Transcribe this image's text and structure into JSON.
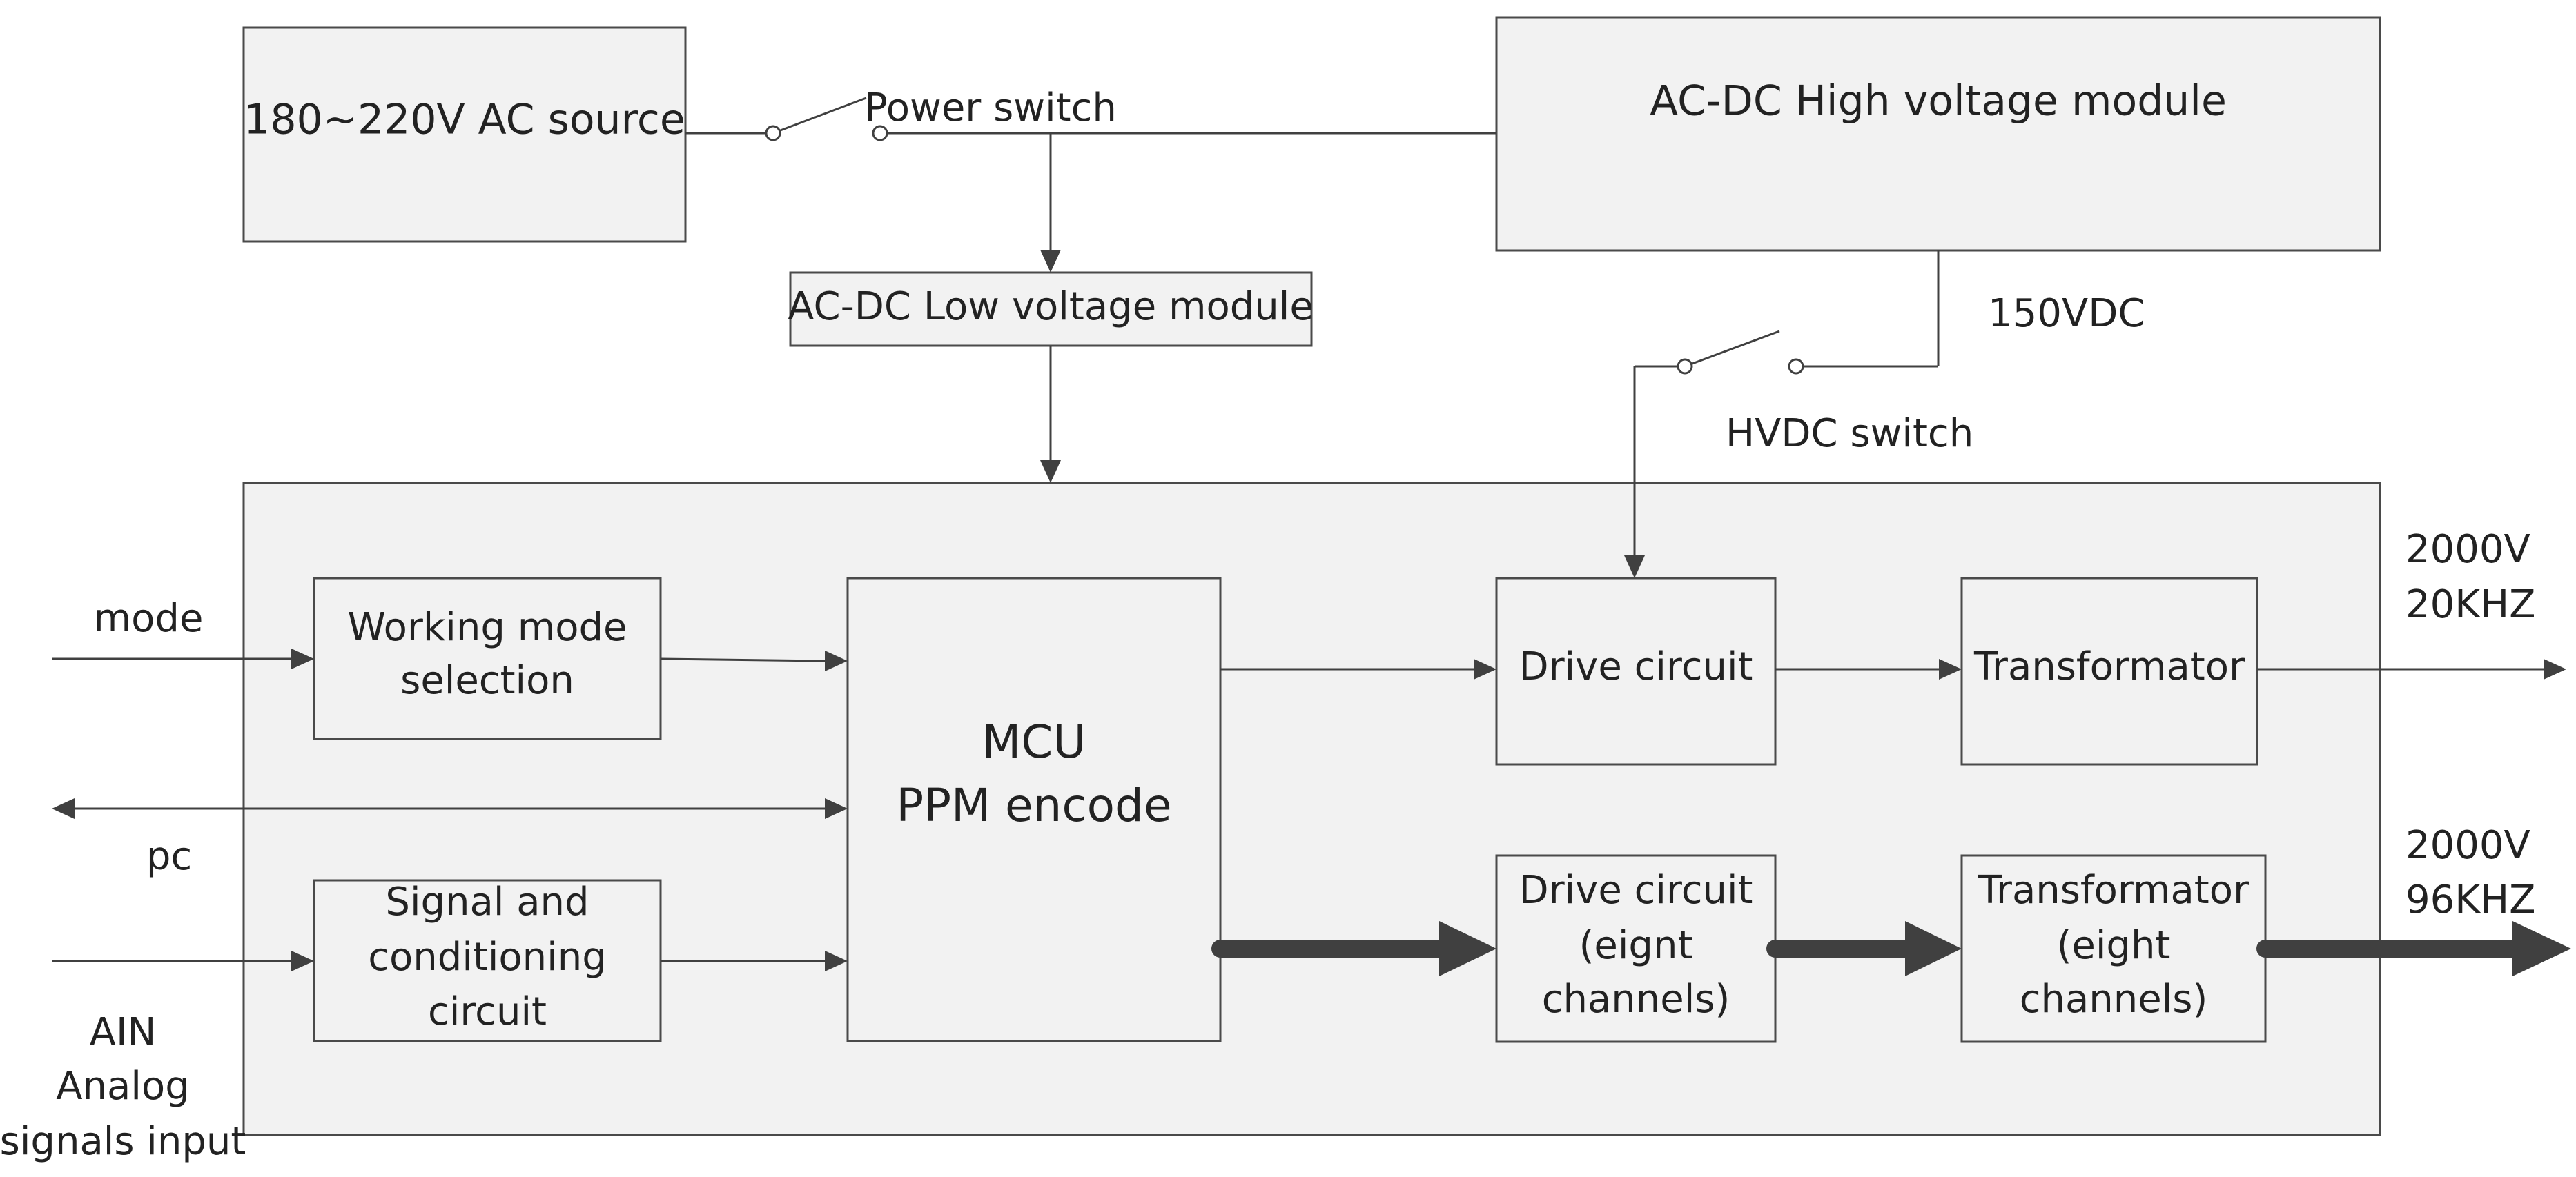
{
  "blocks": {
    "ac_source": "180~220V AC source",
    "hv_module": "AC-DC High voltage module",
    "lv_module": "AC-DC Low voltage module",
    "working_mode": [
      "Working mode",
      "selection"
    ],
    "signal_conditioning": [
      "Signal and",
      "conditioning",
      "circuit"
    ],
    "mcu": [
      "MCU",
      "PPM encode"
    ],
    "drive_circuit": "Drive circuit",
    "drive_circuit_8": [
      "Drive circuit",
      "(eignt",
      "channels)"
    ],
    "transformator": "Transformator",
    "transformator_8": [
      "Transformator",
      "(eight",
      "channels)"
    ]
  },
  "labels": {
    "power_switch": "Power switch",
    "hvdc_switch": "HVDC switch",
    "vdc": "150VDC",
    "mode": "mode",
    "pc": "pc",
    "ain": [
      "AIN",
      "Analog",
      "signals input"
    ],
    "out_20k": [
      "2000V",
      "20KHZ"
    ],
    "out_96k": [
      "2000V",
      "96KHZ"
    ]
  },
  "colors": {
    "box_fill": "#f2f2f2",
    "line": "#404040",
    "text": "#222222"
  }
}
